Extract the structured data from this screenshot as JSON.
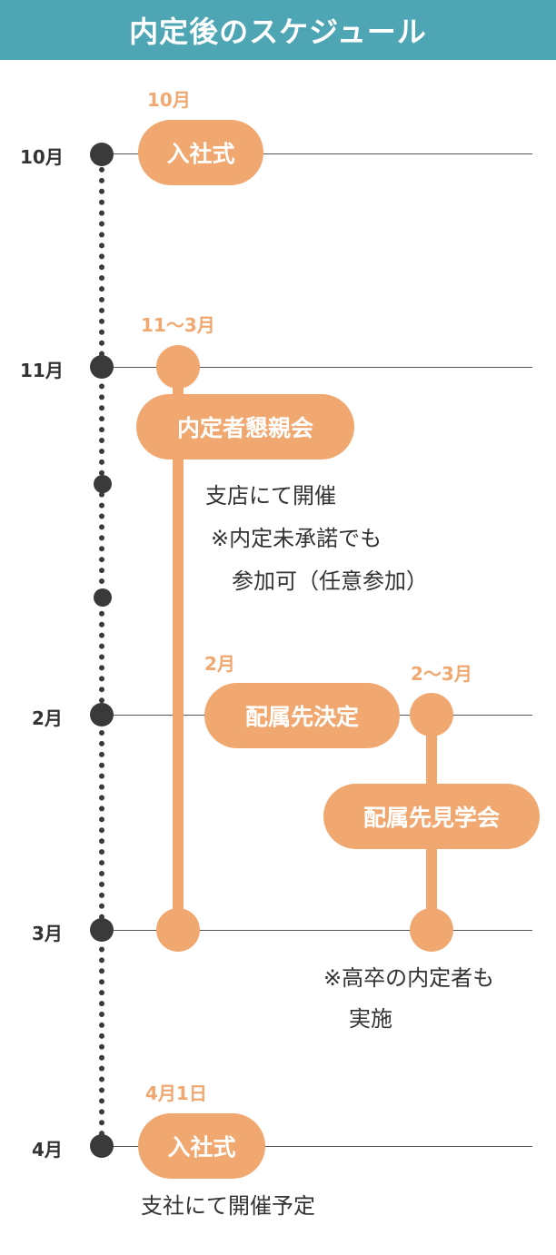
{
  "header": {
    "title": "内定後のスケジュール"
  },
  "months": {
    "oct": "10月",
    "nov": "11月",
    "feb": "2月",
    "mar": "3月",
    "apr": "4月"
  },
  "events": {
    "ceremony_oct": {
      "date": "10月",
      "label": "入社式"
    },
    "social": {
      "date": "11〜3月",
      "label": "内定者懇親会",
      "note_1": "支店にて開催",
      "note_2": "※内定未承諾でも",
      "note_3": "参加可（任意参加）"
    },
    "assignment": {
      "date": "2月",
      "label": "配属先決定"
    },
    "visit": {
      "date": "2〜3月",
      "label": "配属先見学会",
      "note_1": "※高卒の内定者も",
      "note_2": "実施"
    },
    "ceremony_apr": {
      "date": "4月1日",
      "label": "入社式",
      "note_1": "支社にて開催予定"
    }
  },
  "colors": {
    "header": "#4ea6b5",
    "accent": "#f0a870",
    "timeline": "#3a3a3a"
  }
}
